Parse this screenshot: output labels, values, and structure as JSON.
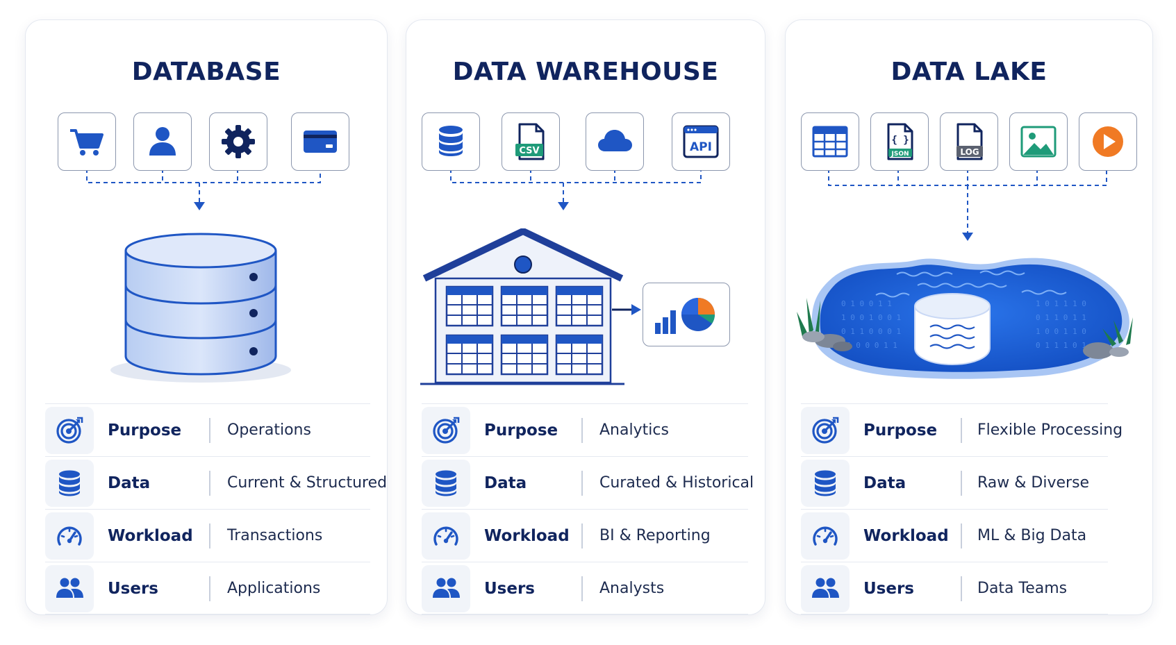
{
  "panels": [
    {
      "title": "DATABASE",
      "sources": [
        "cart-icon",
        "user-icon",
        "gear-icon",
        "credit-card-icon"
      ],
      "properties": [
        {
          "icon": "target-icon",
          "label": "Purpose",
          "value": "Operations"
        },
        {
          "icon": "database-icon",
          "label": "Data",
          "value": "Current & Structured"
        },
        {
          "icon": "speedometer-icon",
          "label": "Workload",
          "value": "Transactions"
        },
        {
          "icon": "users-icon",
          "label": "Users",
          "value": "Applications"
        }
      ]
    },
    {
      "title": "DATA WAREHOUSE",
      "sources": [
        "database-icon",
        "csv-file-icon",
        "cloud-icon",
        "api-window-icon"
      ],
      "source_labels": {
        "csv": "CSV",
        "api": "API"
      },
      "properties": [
        {
          "icon": "target-icon",
          "label": "Purpose",
          "value": "Analytics"
        },
        {
          "icon": "database-icon",
          "label": "Data",
          "value": "Curated & Historical"
        },
        {
          "icon": "speedometer-icon",
          "label": "Workload",
          "value": "BI & Reporting"
        },
        {
          "icon": "users-icon",
          "label": "Users",
          "value": "Analysts"
        }
      ]
    },
    {
      "title": "DATA LAKE",
      "sources": [
        "table-icon",
        "json-file-icon",
        "log-file-icon",
        "image-icon",
        "play-icon"
      ],
      "source_labels": {
        "json": "JSON",
        "log": "LOG"
      },
      "properties": [
        {
          "icon": "target-icon",
          "label": "Purpose",
          "value": "Flexible Processing"
        },
        {
          "icon": "database-icon",
          "label": "Data",
          "value": "Raw & Diverse"
        },
        {
          "icon": "speedometer-icon",
          "label": "Workload",
          "value": "ML & Big Data"
        },
        {
          "icon": "users-icon",
          "label": "Users",
          "value": "Data Teams"
        }
      ]
    }
  ],
  "colors": {
    "primary": "#1f56c4",
    "navy": "#10245e",
    "light_blue": "#c9d8f5",
    "lake_blue": "#1e63d6",
    "csv_green": "#1f9b79",
    "json_green": "#1f9b79",
    "log_gray": "#5b6170",
    "orange": "#f07a24"
  }
}
